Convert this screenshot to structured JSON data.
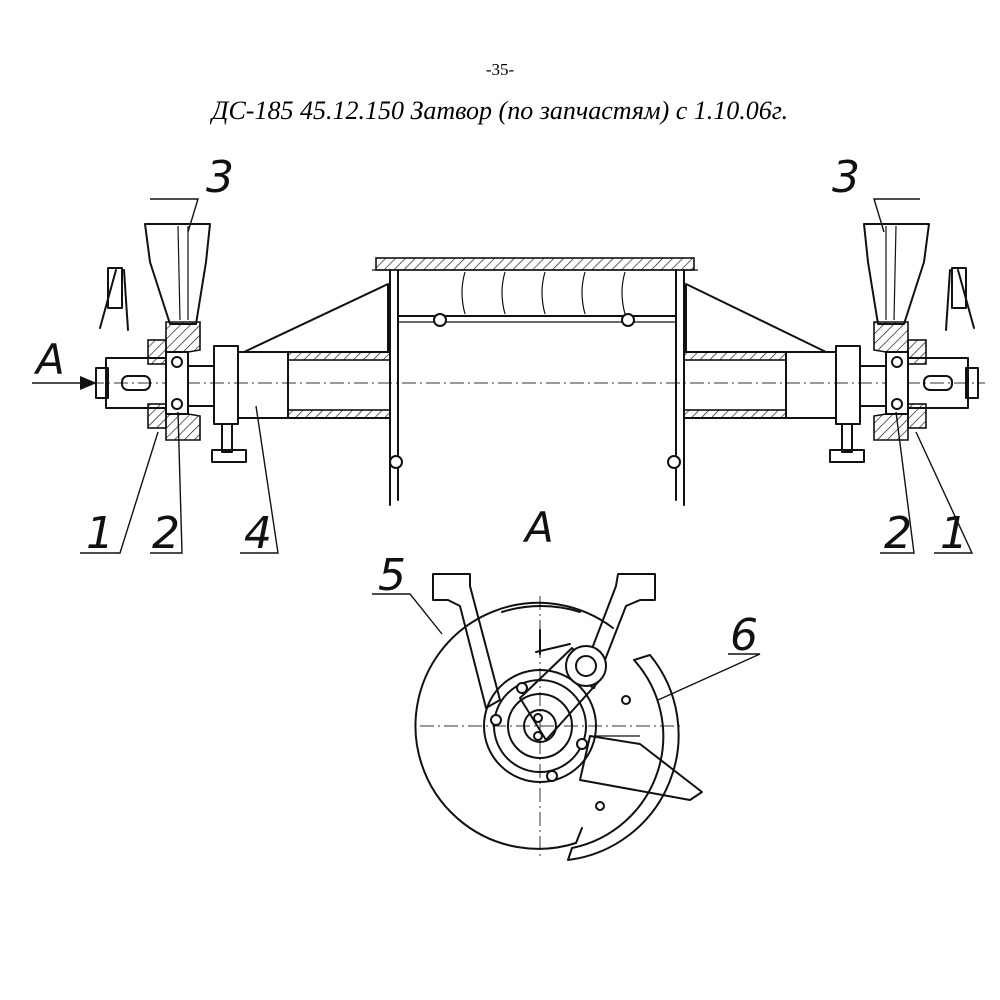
{
  "page_number": "-35-",
  "title": "ДС-185 45.12.150 Затвор (по запчастям) с 1.10.06г.",
  "view_label": "А",
  "view_arrow_label": "А",
  "callouts": {
    "left_1": "1",
    "left_2": "2",
    "left_3": "3",
    "left_4": "4",
    "right_1": "1",
    "right_2": "2",
    "right_3": "3",
    "detail_5": "5",
    "detail_6": "6"
  }
}
